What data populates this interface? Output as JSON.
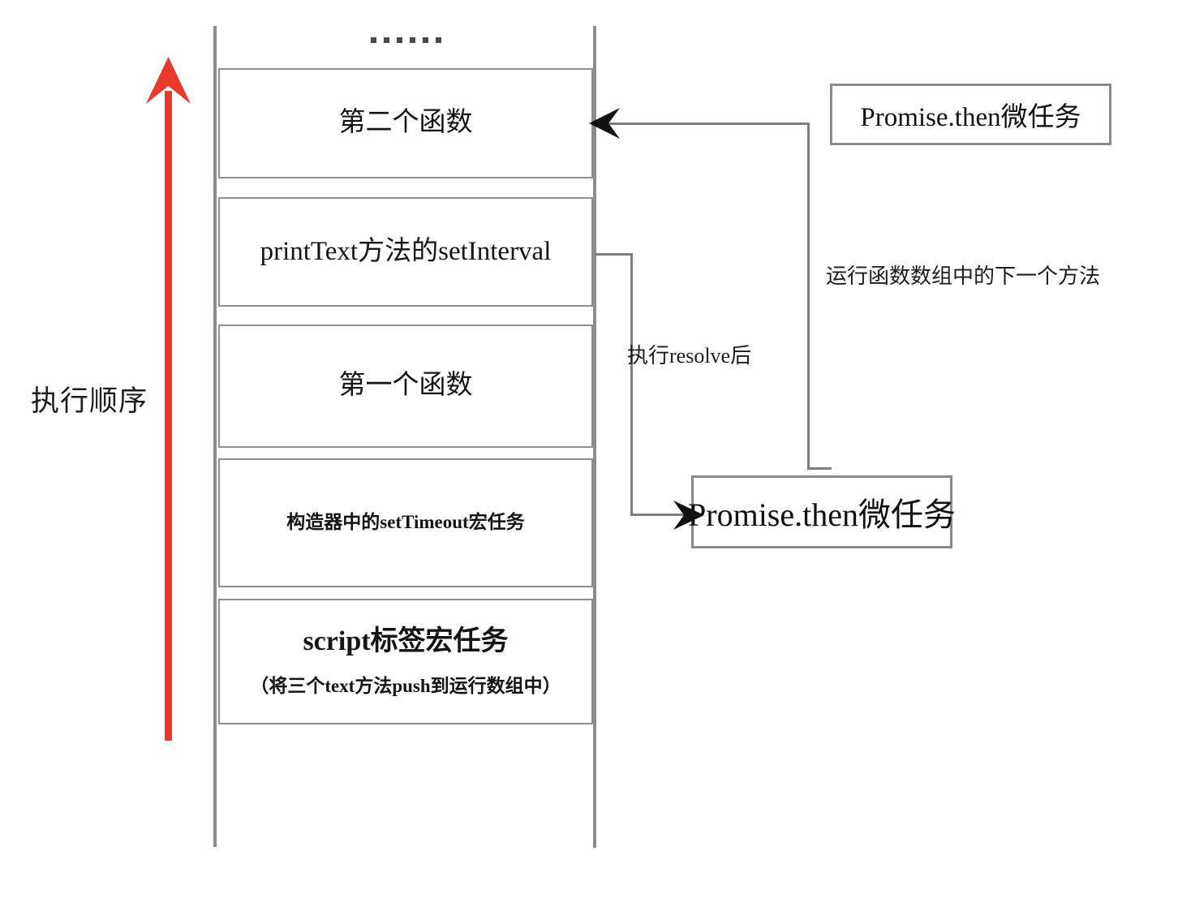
{
  "diagram": {
    "title_label": "执行顺序",
    "accent_red": "#e8392a",
    "line_gray": "#8a8a8a",
    "call_stack": {
      "ellipsis": "……",
      "frames": [
        {
          "id": "second-function",
          "label": "第二个函数"
        },
        {
          "id": "print-text-setinterval",
          "label": "printText方法的setInterval"
        },
        {
          "id": "first-function",
          "label": "第一个函数"
        },
        {
          "id": "constructor-settimeout",
          "label": "构造器中的setTimeout宏任务"
        },
        {
          "id": "script-tag-macrotask",
          "label": "script标签宏任务",
          "sub_label": "（将三个text方法push到运行数组中）"
        }
      ]
    },
    "side_boxes": [
      {
        "id": "promise-then-microtask-top",
        "label": "Promise.then微任务"
      },
      {
        "id": "promise-then-microtask-bottom",
        "label": "Promise.then微任务"
      }
    ],
    "annotations": [
      {
        "id": "after-resolve",
        "label": "执行resolve后"
      },
      {
        "id": "run-next-method",
        "label": "运行函数数组中的下一个方法"
      }
    ]
  }
}
